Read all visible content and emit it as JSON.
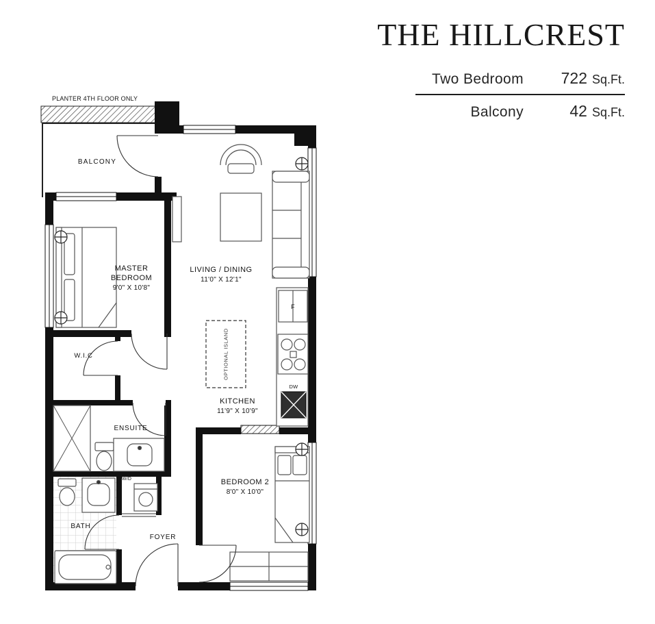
{
  "header": {
    "title": "THE HILLCREST",
    "specs": [
      {
        "label": "Two Bedroom",
        "value": "722",
        "unit": "Sq.Ft."
      },
      {
        "label": "Balcony",
        "value": "42",
        "unit": "Sq.Ft."
      }
    ]
  },
  "plan": {
    "planter_note": "PLANTER 4TH FLOOR ONLY",
    "rooms": {
      "balcony": {
        "name": "BALCONY"
      },
      "master": {
        "name": "MASTER BEDROOM",
        "dims": "9'0\" X 10'8\""
      },
      "living": {
        "name": "LIVING / DINING",
        "dims": "11'0\" X 12'1\""
      },
      "kitchen": {
        "name": "KITCHEN",
        "dims": "11'9\" X 10'9\""
      },
      "bedroom2": {
        "name": "BEDROOM 2",
        "dims": "8'0\" X 10'0\""
      },
      "wic": {
        "name": "W.I.C"
      },
      "ensuite": {
        "name": "ENSUITE"
      },
      "bath": {
        "name": "BATH"
      },
      "foyer": {
        "name": "FOYER"
      }
    },
    "annotations": {
      "island": "OPTIONAL ISLAND",
      "fridge": "F",
      "dishwasher": "DW",
      "washer_dryer": "W/D"
    }
  },
  "colors": {
    "ink": "#141414",
    "wall": "#111111"
  }
}
